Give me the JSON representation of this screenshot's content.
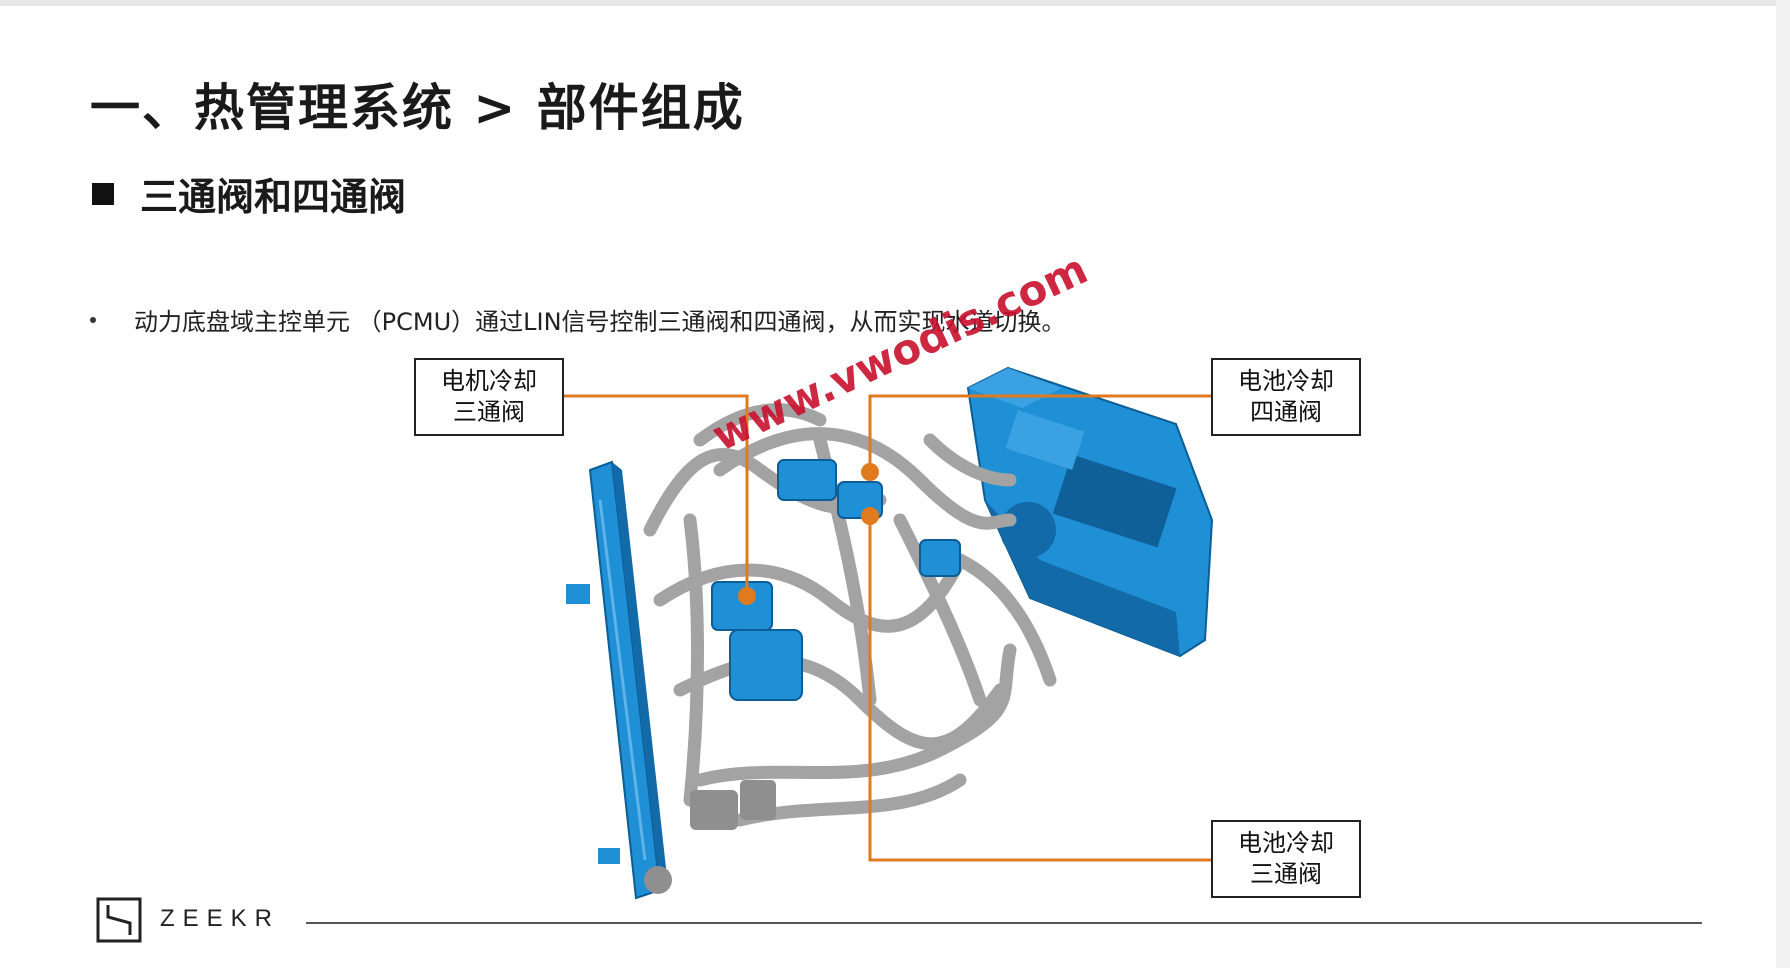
{
  "slide": {
    "title": "一、热管理系统 > 部件组成",
    "section_heading": "三通阀和四通阀",
    "bullet_text": "动力底盘域主控单元 （PCMU）通过LIN信号控制三通阀和四通阀，从而实现水道切换。"
  },
  "callouts": {
    "motor_cooling_3way": {
      "line1": "电机冷却",
      "line2": "三通阀"
    },
    "battery_cooling_4way": {
      "line1": "电池冷却",
      "line2": "四通阀"
    },
    "battery_cooling_3way": {
      "line1": "电池冷却",
      "line2": "三通阀"
    }
  },
  "watermark": {
    "text": "www.vwodis.com"
  },
  "footer": {
    "brand": "ZEEKR"
  },
  "colors": {
    "leader_line": "#e07a1f",
    "component_blue": "#1f8fd6",
    "pipe_gray": "#9a9a9a",
    "watermark": "#c8102e"
  },
  "icons": {
    "brand_logo": "zeekr-logo-icon"
  }
}
